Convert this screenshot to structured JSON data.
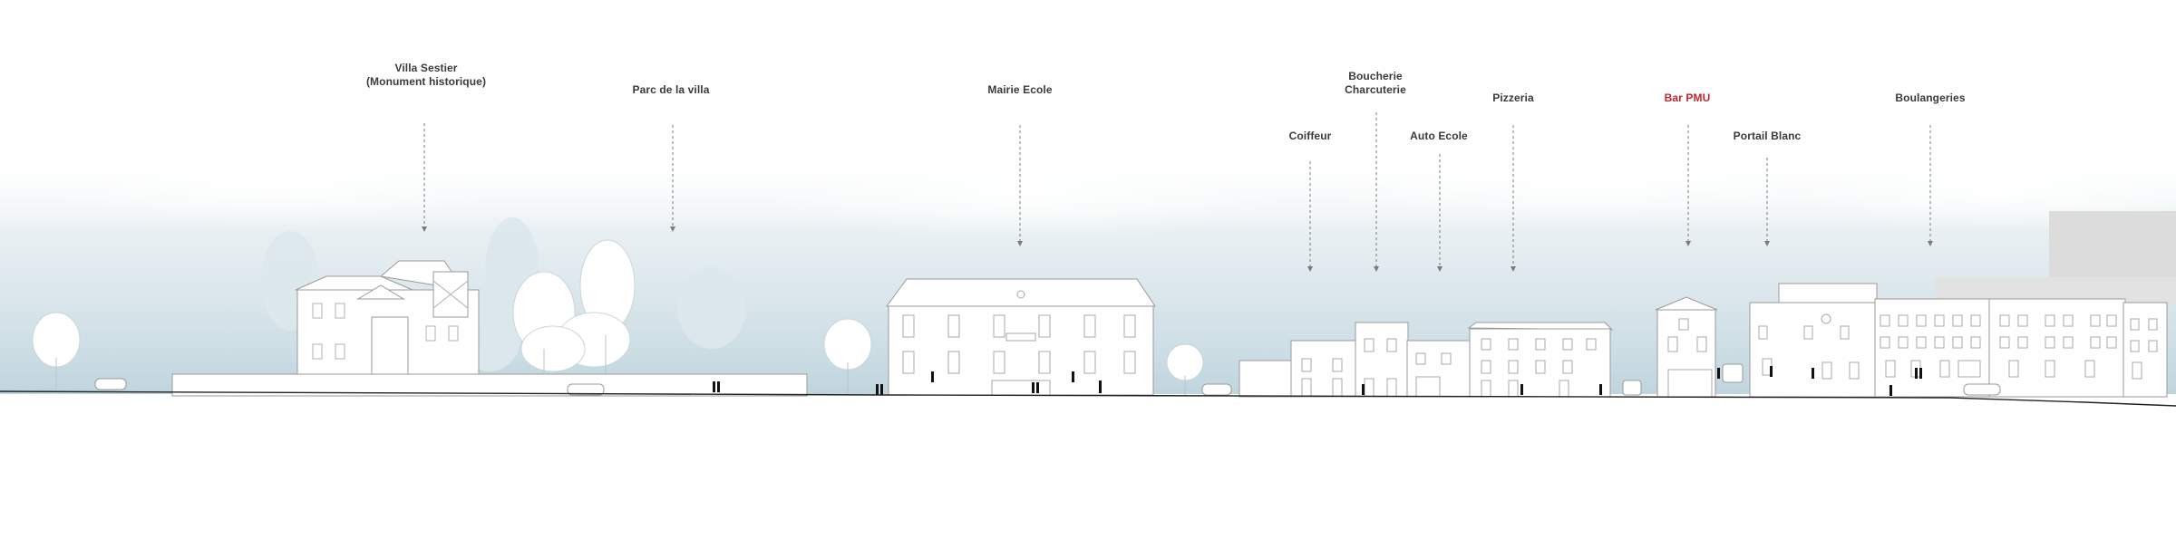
{
  "labels": [
    {
      "id": "villa",
      "line1": "Villa Sestier",
      "line2": "(Monument historique)"
    },
    {
      "id": "parc",
      "line1": "Parc de la villa"
    },
    {
      "id": "mairie",
      "line1": "Mairie Ecole"
    },
    {
      "id": "coiffeur",
      "line1": "Coiffeur"
    },
    {
      "id": "boucherie",
      "line1": "Boucherie",
      "line2": "Charcuterie"
    },
    {
      "id": "autoecole",
      "line1": "Auto Ecole"
    },
    {
      "id": "pizzeria",
      "line1": "Pizzeria"
    },
    {
      "id": "barpmu",
      "line1": "Bar PMU",
      "highlight": true
    },
    {
      "id": "portail",
      "line1": "Portail Blanc"
    },
    {
      "id": "boulangeries",
      "line1": "Boulangeries"
    }
  ],
  "colors": {
    "label_text": "#3a3a3a",
    "label_highlight": "#c0272d",
    "sky_mist": "#c9dbe2",
    "building_stroke": "#9a9a9a",
    "ground_line": "#222222",
    "grey_block": "#d9d9d9"
  }
}
